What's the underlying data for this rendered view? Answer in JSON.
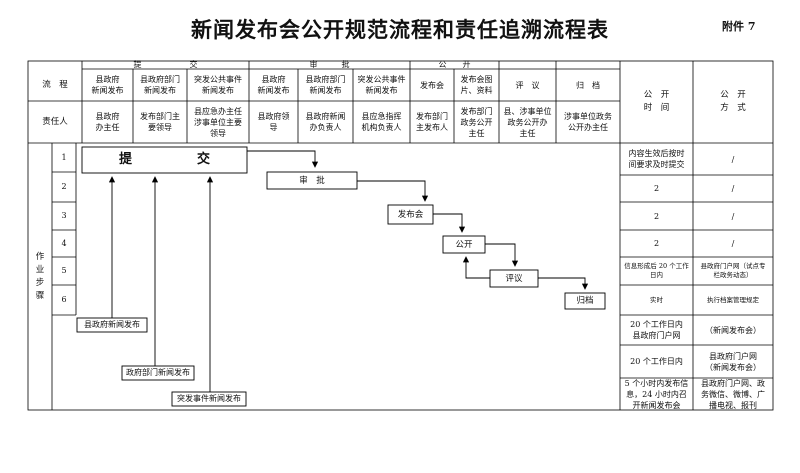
{
  "title": "新闻发布会公开规范流程和责任追溯流程表",
  "annex": "附件 7",
  "header": {
    "groups": [
      "提　　　　　　交",
      "审　　　批",
      "公　　开"
    ],
    "process_label": "流　程",
    "process_cells": [
      "县政府\n新闻发布",
      "县政府部门\n新闻发布",
      "突发公共事件\n新闻发布",
      "县政府\n新闻发布",
      "县政府部门\n新闻发布",
      "突发公共事件\n新闻发布",
      "发布会",
      "发布会图\n片、资料",
      "评　议",
      "归　档"
    ],
    "responsible_label": "责任人",
    "responsible_cells": [
      "县政府\n办主任",
      "发布部门主\n要领导",
      "县应急办主任\n涉事单位主要\n领导",
      "县政府领\n导",
      "县政府新闻\n办负责人",
      "县应急指挥\n机构负责人",
      "发布部门\n主发布人",
      "发布部门\n政务公开\n主任",
      "县、涉事单位\n政务公开办\n主任",
      "涉事单位政务\n公开办主任"
    ],
    "time_label": "公　开\n时　间",
    "method_label": "公　开\n方　式"
  },
  "steps_label": "作\n业\n步\n骤",
  "step_numbers": [
    "1",
    "2",
    "3",
    "4",
    "5",
    "6"
  ],
  "flow": {
    "submit": "提　　　　　交",
    "approve": "审　批",
    "conference": "发布会",
    "publish": "公开",
    "review": "评议",
    "archive": "归档",
    "county_release": "县政府新闻发布",
    "dept_release": "政府部门新闻发布",
    "emergency_release": "突发事件新闻发布"
  },
  "right_rows": [
    {
      "time": "内容生效后按时\n间要求及时提交",
      "method": "/"
    },
    {
      "time": "2",
      "method": "/"
    },
    {
      "time": "2",
      "method": "/"
    },
    {
      "time": "2",
      "method": "/"
    },
    {
      "time": "信息形成后 20 个工作\n日内",
      "method": "县政府门户网（试点专\n栏政务动态）"
    },
    {
      "time": "实时",
      "method": "执行档案管理规定"
    },
    {
      "time": "20 个工作日内\n县政府门户网",
      "method": "（新闻发布会）"
    },
    {
      "time": "20 个工作日内",
      "method": "县政府门户网\n（新闻发布会）"
    },
    {
      "time": "5 个小时内发布信\n息，24 小时内召\n开新闻发布会",
      "method": "县政府门户网、政\n务微信、微博、广\n播电视、报刊"
    }
  ]
}
